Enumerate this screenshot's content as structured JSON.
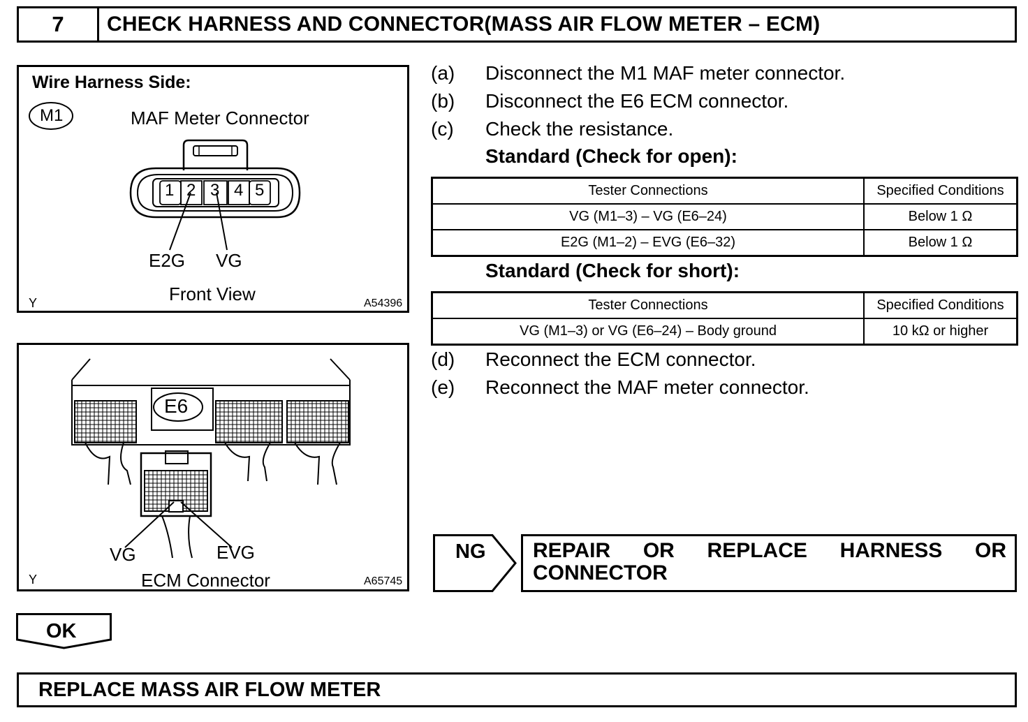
{
  "header": {
    "step_number": "7",
    "title": "CHECK HARNESS AND CONNECTOR(MASS AIR FLOW METER – ECM)"
  },
  "maf_figure": {
    "side_label": "Wire Harness Side:",
    "connector_code": "M1",
    "connector_name": "MAF Meter Connector",
    "pins": [
      "1",
      "2",
      "3",
      "4",
      "5"
    ],
    "pin_label_left": "E2G",
    "pin_label_right": "VG",
    "view_label": "Front View",
    "corner_mark": "Y",
    "figure_id": "A54396"
  },
  "ecm_figure": {
    "connector_code": "E6",
    "pin_label_left": "VG",
    "pin_label_right": "EVG",
    "connector_name": "ECM Connector",
    "corner_mark": "Y",
    "figure_id": "A65745"
  },
  "steps": [
    {
      "letter": "(a)",
      "text": "Disconnect the M1 MAF meter connector."
    },
    {
      "letter": "(b)",
      "text": "Disconnect the E6 ECM connector."
    },
    {
      "letter": "(c)",
      "text": "Check the resistance."
    },
    {
      "letter": "(d)",
      "text": "Reconnect the ECM connector."
    },
    {
      "letter": "(e)",
      "text": "Reconnect the MAF meter connector."
    }
  ],
  "standard_open": {
    "heading": "Standard (Check for open):",
    "headers": [
      "Tester Connections",
      "Specified Conditions"
    ],
    "rows": [
      [
        "VG (M1–3) – VG (E6–24)",
        "Below 1 Ω"
      ],
      [
        "E2G (M1–2) – EVG (E6–32)",
        "Below 1 Ω"
      ]
    ]
  },
  "standard_short": {
    "heading": "Standard (Check for short):",
    "headers": [
      "Tester Connections",
      "Specified Conditions"
    ],
    "rows": [
      [
        "VG (M1–3) or VG (E6–24) – Body ground",
        "10 kΩ or higher"
      ]
    ]
  },
  "ng": {
    "label": "NG",
    "result_line1": "REPAIR OR REPLACE HARNESS OR",
    "result_line2": "CONNECTOR"
  },
  "ok": {
    "label": "OK"
  },
  "final": {
    "text": "REPLACE MASS AIR FLOW METER"
  }
}
